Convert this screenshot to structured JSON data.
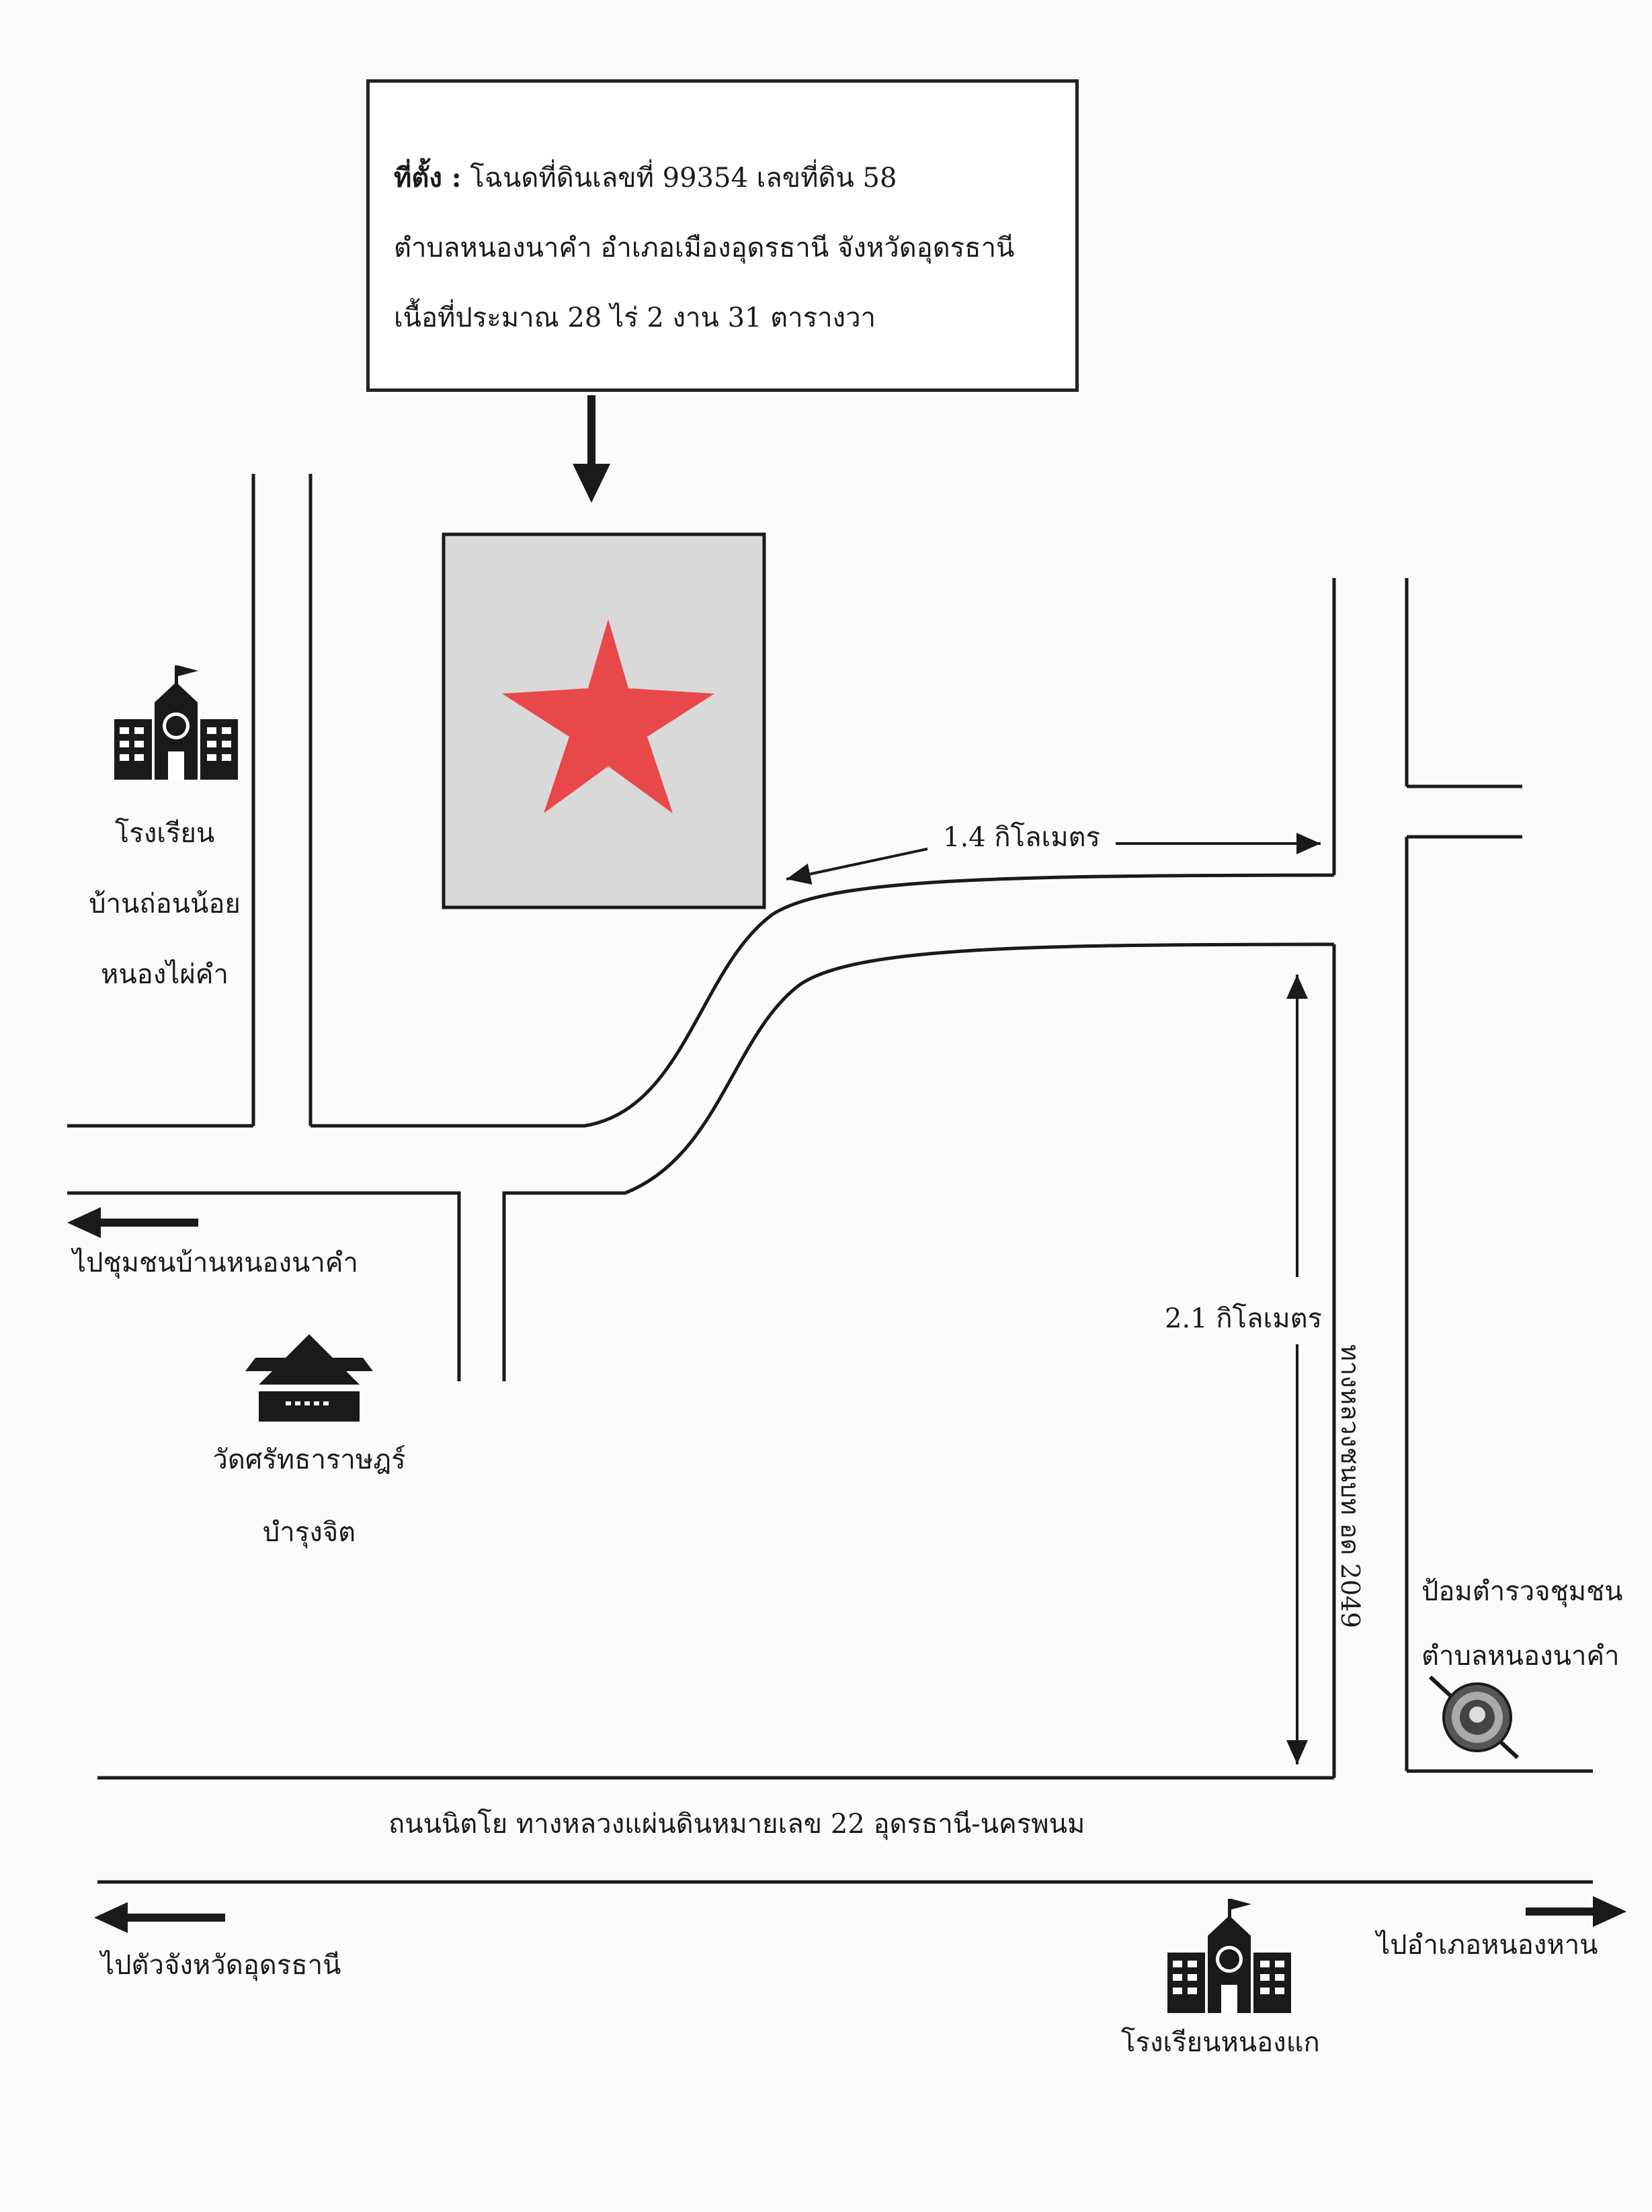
{
  "info_box": {
    "label": "ที่ตั้ง :",
    "line1": "โฉนดที่ดินเลขที่  99354  เลขที่ดิน 58",
    "line2": "ตำบลหนองนาคำ  อำเภอเมืองอุดรธานี จังหวัดอุดรธานี",
    "line3": "เนื้อที่ประมาณ 28 ไร่ 2 งาน 31 ตารางวา"
  },
  "school_left": {
    "line1": "โรงเรียน",
    "line2": "บ้านถ่อนน้อย",
    "line3": "หนองไผ่คำ"
  },
  "distance_top": "1.4 กิโลเมตร",
  "distance_right": "2.1 กิโลเมตร",
  "to_community": "ไปชุมชนบ้านหนองนาคำ",
  "temple": {
    "line1": "วัดศรัทธาราษฎร์",
    "line2": "บำรุงจิต"
  },
  "highway_2049": "ทางหลวงชนบท อด 2049",
  "police": {
    "line1": "ป้อมตำรวจชุมชน",
    "line2": "ตำบลหนองนาคำ"
  },
  "main_road": "ถนนนิตโย ทางหลวงแผ่นดินหมายเลข 22 อุดรธานี-นครพนม",
  "to_udon": "ไปตัวจังหวัดอุดรธานี",
  "to_nonghan": "ไปอำเภอหนองหาน",
  "school_bottom": "โรงเรียนหนองแก",
  "colors": {
    "star": "#e8484a",
    "site_fill": "#d9d9d9",
    "line": "#1a1a1a"
  },
  "icons": [
    "school-icon",
    "temple-icon",
    "police-emblem-icon",
    "star-icon"
  ]
}
